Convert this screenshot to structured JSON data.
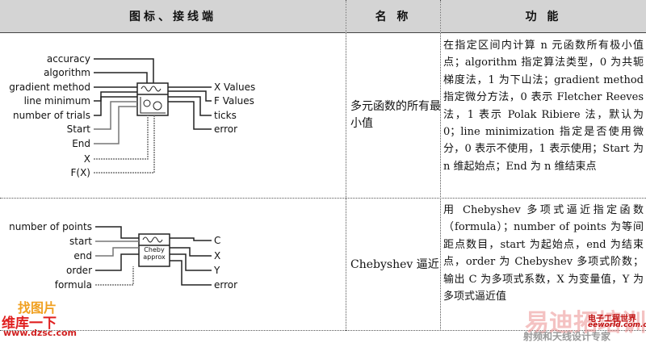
{
  "header": {
    "col1": "图标、接线端",
    "col2": "名  称",
    "col3": "功  能"
  },
  "rows": [
    {
      "name": "多元函数的所有最小值",
      "inputs": [
        "accuracy",
        "algorithm",
        "gradient method",
        "line minimum",
        "number of trials",
        "Start",
        "End",
        "X",
        "F(X)"
      ],
      "outputs": [
        "X Values",
        "F Values",
        "ticks",
        "error"
      ],
      "function": "在指定区间内计算 n 元函数所有极小值点；algorithm 指定算法类型，0 为共轭梯度法，1 为下山法；gradient method 指定微分方法，0 表示 Fletcher Reeves 法，1 表示 Polak Ribiere 法，默认为 0；line minimization 指定是否使用微分，0 表示不使用，1 表示使用；Start 为 n 维起始点；End 为 n 维结束点"
    },
    {
      "name": "Chebyshev 逼近",
      "inputs": [
        "number of points",
        "start",
        "end",
        "order",
        "formula"
      ],
      "outputs": [
        "C",
        "X",
        "Y",
        "error"
      ],
      "icon_text": "Cheby approx",
      "function": "用 Chebyshev 多项式逼近指定函数（formula）；number of points 为等间距点数目，start 为起始点，end 为结束点，order 为 Chebyshev 多项式阶数；输出 C 为多项式系数，X 为变量值，Y 为多项式逼近值"
    }
  ],
  "watermarks": {
    "left_top": "找图片",
    "left_mid": "维库一下",
    "left_url": "www.dzsc.com",
    "right_brand": "电子工程世界",
    "right_url": "eeworld.com.cn",
    "right_slogan": "射频和天线设计专家",
    "right_big": "易迪拓培训"
  }
}
